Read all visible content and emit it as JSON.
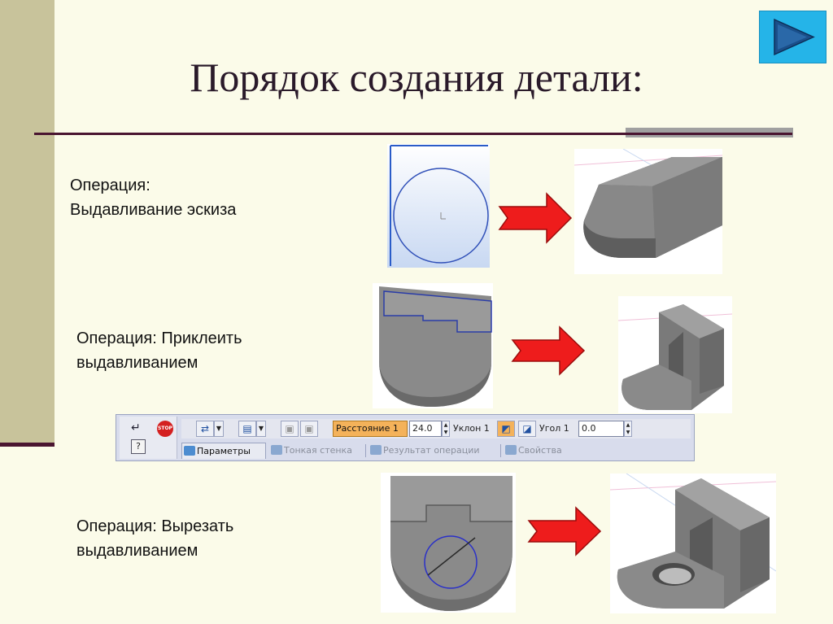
{
  "slide": {
    "title": "Порядок создания детали:"
  },
  "nav": {
    "next_icon": "play-triangle-icon"
  },
  "operations": [
    {
      "lines": [
        "Операция:",
        "Выдавливание эскиза"
      ]
    },
    {
      "lines": [
        "Операция: Приклеить",
        "выдавливанием"
      ]
    },
    {
      "lines": [
        "Операция: Вырезать",
        "выдавливанием"
      ]
    }
  ],
  "toolbar": {
    "distance_label": "Расстояние 1",
    "distance_value": "24.0",
    "draft_label": "Уклон 1",
    "angle_label": "Угол 1",
    "angle_value": "0.0",
    "stop_label": "STOP",
    "help_label": "?",
    "tabs": [
      {
        "label": "Параметры"
      },
      {
        "label": "Тонкая стенка"
      },
      {
        "label": "Результат операции"
      },
      {
        "label": "Свойства"
      }
    ]
  },
  "colors": {
    "background": "#fbfbe9",
    "left_band": "#c8c39b",
    "accent_line": "#4a1530",
    "nav_button": "#25b4e8",
    "arrow_fill": "#ee1c1c",
    "part_gray": "#8c8c8c"
  }
}
